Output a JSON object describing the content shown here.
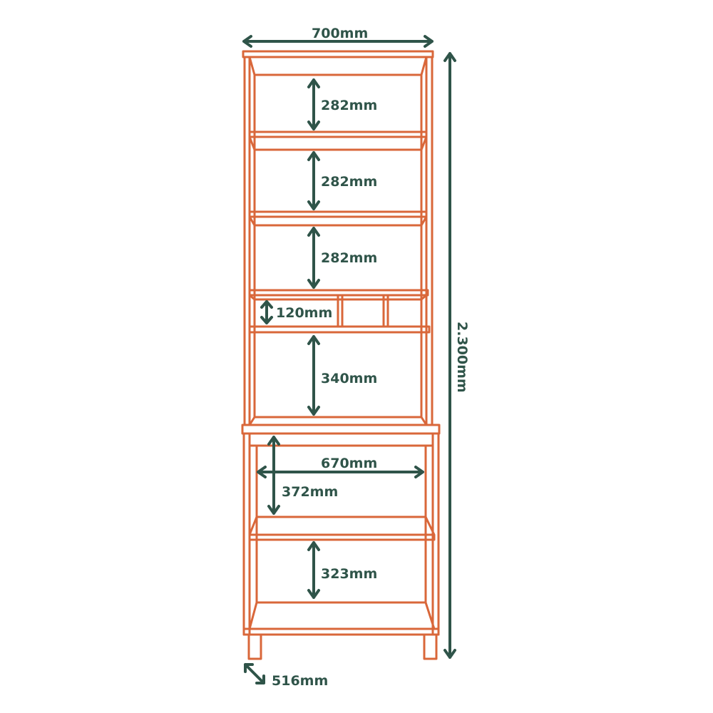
{
  "title": "Bookcase dimensions",
  "colors": {
    "furniture": "#d9673a",
    "dimension": "#2f5449"
  },
  "dimensions": {
    "overall_width": "700mm",
    "overall_height": "2.300mm",
    "depth": "516mm",
    "shelf_1": "282mm",
    "shelf_2": "282mm",
    "shelf_3": "282mm",
    "cubby": "120mm",
    "hutch_opening": "340mm",
    "desk_width": "670mm",
    "desk_opening": "372mm",
    "bottom_shelf": "323mm"
  }
}
